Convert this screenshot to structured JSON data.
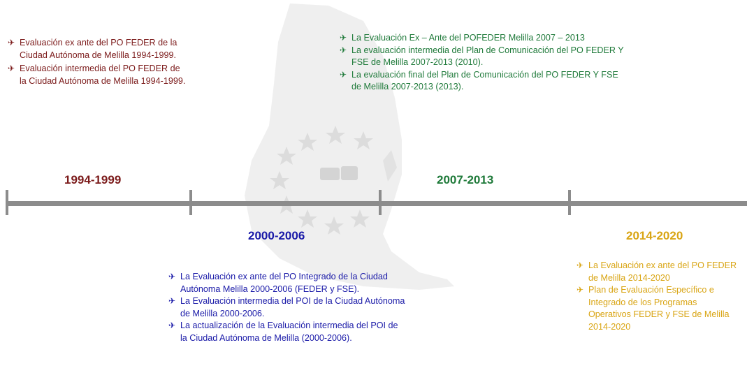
{
  "colors": {
    "p1994": "#7b1a1a",
    "p2000": "#1a1aa8",
    "p2007": "#1f7a3a",
    "p2014": "#d9a514",
    "axis": "#8c8c8c"
  },
  "bullet_icon": "plane-icon",
  "bullet_glyph": "✈",
  "periods": {
    "p1994": "1994-1999",
    "p2000": "2000-2006",
    "p2007": "2007-2013",
    "p2014": "2014-2020"
  },
  "groups": {
    "p1994": [
      "Evaluación ex ante  del PO FEDER de la Ciudad Autónoma de Melilla 1994-1999.",
      "Evaluación intermedia del PO FEDER de la Ciudad Autónoma de Melilla 1994-1999."
    ],
    "p2007": [
      "La Evaluación Ex – Ante del POFEDER Melilla 2007 – 2013",
      "La evaluación intermedia del Plan de Comunicación del PO FEDER  Y FSE de Melilla  2007-2013  (2010).",
      "La evaluación final del Plan de Comunicación del PO FEDER  Y FSE de Melilla  2007-2013  (2013)."
    ],
    "p2000": [
      "La Evaluación ex ante del PO Integrado de la Ciudad Autónoma Melilla 2000-2006  (FEDER y FSE).",
      "La Evaluación intermedia del POI de la Ciudad Autónoma de Melilla 2000-2006.",
      "La actualización  de la Evaluación intermedia del POI de la Ciudad Autónoma de Melilla (2000-2006)."
    ],
    "p2014": [
      "La Evaluación ex ante del PO FEDER  de Melilla 2014-2020",
      "Plan de Evaluación Específico e Integrado de los Programas Operativos FEDER y FSE de Melilla 2014-2020"
    ]
  }
}
